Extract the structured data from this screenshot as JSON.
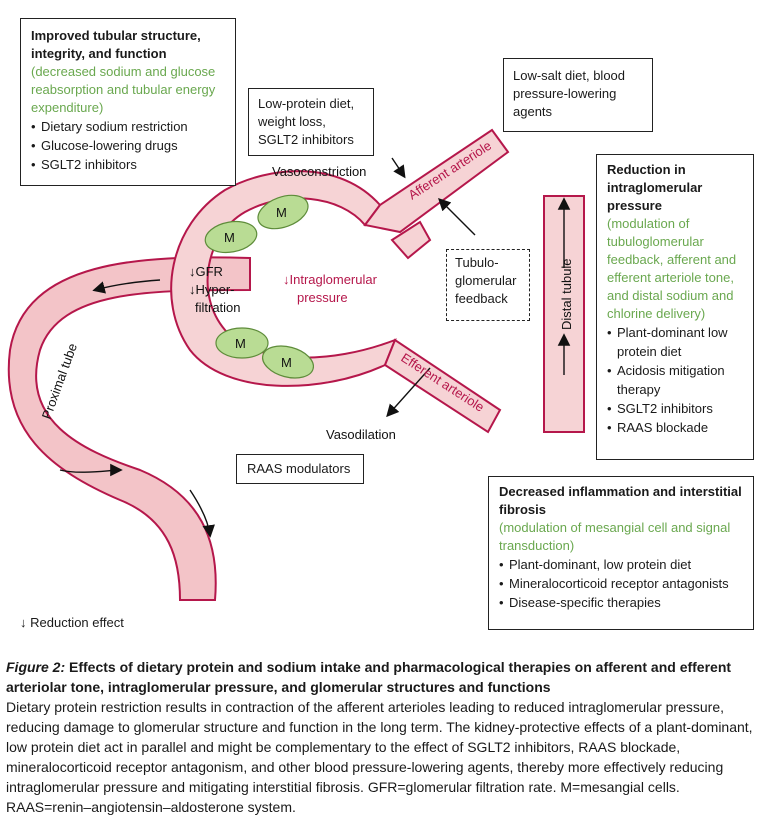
{
  "box_tubular": {
    "title": "Improved tubular structure, integrity, and function",
    "note": "(decreased sodium and glucose reabsorption and tubular energy expenditure)",
    "items": [
      "Dietary sodium restriction",
      "Glucose-lowering drugs",
      "SGLT2 inhibitors"
    ]
  },
  "box_low_protein": {
    "text": "Low-protein diet, weight loss, SGLT2 inhibitors"
  },
  "box_low_salt": {
    "text": "Low-salt diet, blood pressure-lowering agents"
  },
  "box_tgf": {
    "text": "Tubulo-glomerular feedback"
  },
  "box_reduction": {
    "title": "Reduction in intraglomerular pressure",
    "note": "(modulation of tubuloglomerular feedback, afferent and efferent arteriole tone, and distal sodium and chlorine delivery)",
    "items": [
      "Plant-dominant low protein diet",
      "Acidosis mitigation therapy",
      "SGLT2 inhibitors",
      "RAAS blockade"
    ]
  },
  "box_raas": {
    "text": "RAAS modulators"
  },
  "box_inflammation": {
    "title": "Decreased inflammation and interstitial fibrosis",
    "note": "(modulation of mesangial cell and signal transduction)",
    "items": [
      "Plant-dominant, low protein diet",
      "Mineralocorticoid receptor antagonists",
      "Disease-specific therapies"
    ]
  },
  "diagram": {
    "vasoconstriction": "Vasoconstriction",
    "vasodilation": "Vasodilation",
    "afferent": "Afferent arteriole",
    "efferent": "Efferent arteriole",
    "distal": "Distal tubule",
    "proximal": "Proximal tube",
    "gfr_line1": "↓GFR",
    "gfr_line2": "↓Hyper-",
    "gfr_line3": "filtration",
    "pressure_line1": "↓Intraglomerular",
    "pressure_line2": "pressure",
    "mesangial": "M"
  },
  "legend": {
    "reduction": "↓ Reduction effect"
  },
  "caption": {
    "fig_label": "Figure 2:",
    "title": " Effects of dietary protein and sodium intake and pharmacological therapies on afferent and efferent arteriolar tone, intraglomerular pressure, and glomerular structures and functions",
    "body": "Dietary protein restriction results in contraction of the afferent arterioles leading to reduced intraglomerular pressure, reducing damage to glomerular structure and function in the long term. The kidney-protective effects of a plant-dominant, low protein diet act in parallel and might be complementary to the effect of SGLT2 inhibitors, RAAS blockade, mineralocorticoid receptor antagonism, and other blood pressure-lowering agents, thereby more effectively reducing intraglomerular pressure and mitigating interstitial fibrosis. GFR=glomerular filtration rate. M=mesangial cells. RAAS=renin–angiotensin–aldosterone system."
  },
  "colors": {
    "vessel_fill": "#f6d3d5",
    "vessel_stroke": "#b5174b",
    "mesangial_fill": "#b9dc94",
    "green_text": "#6aa84f"
  }
}
